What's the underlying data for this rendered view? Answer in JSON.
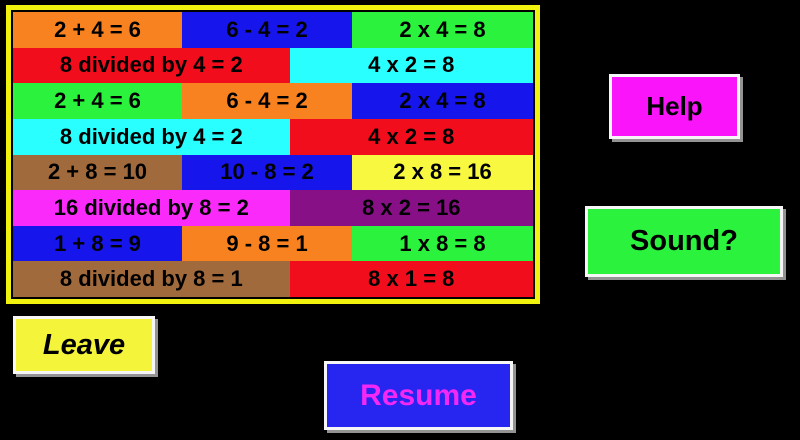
{
  "background_color": "#000000",
  "board": {
    "border_color": "#F2F20F",
    "text_color": "#000000",
    "rows": [
      {
        "cells": [
          {
            "text": "2 + 4 = 6",
            "bg": "#F8821F"
          },
          {
            "text": "6 - 4 = 2",
            "bg": "#1616EC"
          },
          {
            "text": "2 x 4 = 8",
            "bg": "#2BF23C"
          }
        ]
      },
      {
        "cells": [
          {
            "text": "8 divided by 4 = 2",
            "bg": "#F20D1D"
          },
          {
            "text": "4 x 2 = 8",
            "bg": "#29FFFF"
          }
        ]
      },
      {
        "cells": [
          {
            "text": "2 + 4 = 6",
            "bg": "#2BF23C"
          },
          {
            "text": "6 - 4 = 2",
            "bg": "#F8821F"
          },
          {
            "text": "2 x 4 = 8",
            "bg": "#1616EC"
          }
        ]
      },
      {
        "cells": [
          {
            "text": "8 divided by 4 = 2",
            "bg": "#29FFFF"
          },
          {
            "text": "4 x 2 = 8",
            "bg": "#F20D1D"
          }
        ]
      },
      {
        "cells": [
          {
            "text": "2 + 8 = 10",
            "bg": "#A06A3C"
          },
          {
            "text": "10 - 8 = 2",
            "bg": "#1616EC"
          },
          {
            "text": "2 x 8 = 16",
            "bg": "#F8F840"
          }
        ]
      },
      {
        "cells": [
          {
            "text": "16 divided by 8 = 2",
            "bg": "#FA2BFA"
          },
          {
            "text": "8 x 2 = 16",
            "bg": "#871087"
          }
        ]
      },
      {
        "cells": [
          {
            "text": "1 + 8 = 9",
            "bg": "#1616EC"
          },
          {
            "text": "9 - 8 = 1",
            "bg": "#F8821F"
          },
          {
            "text": "1 x 8 = 8",
            "bg": "#2BF23C"
          }
        ]
      },
      {
        "cells": [
          {
            "text": "8 divided by 8 = 1",
            "bg": "#A06A3C"
          },
          {
            "text": "8 x 1 = 8",
            "bg": "#F20D1D"
          }
        ]
      }
    ]
  },
  "buttons": {
    "help": {
      "label": "Help",
      "bg": "#FA14FA",
      "text_color": "#000000"
    },
    "sound": {
      "label": "Sound?",
      "bg": "#2BF23C",
      "text_color": "#000000"
    },
    "leave": {
      "label": "Leave",
      "bg": "#F4F43B",
      "text_color": "#000000"
    },
    "resume": {
      "label": "Resume",
      "bg": "#2626F0",
      "text_color": "#F428F4"
    }
  }
}
